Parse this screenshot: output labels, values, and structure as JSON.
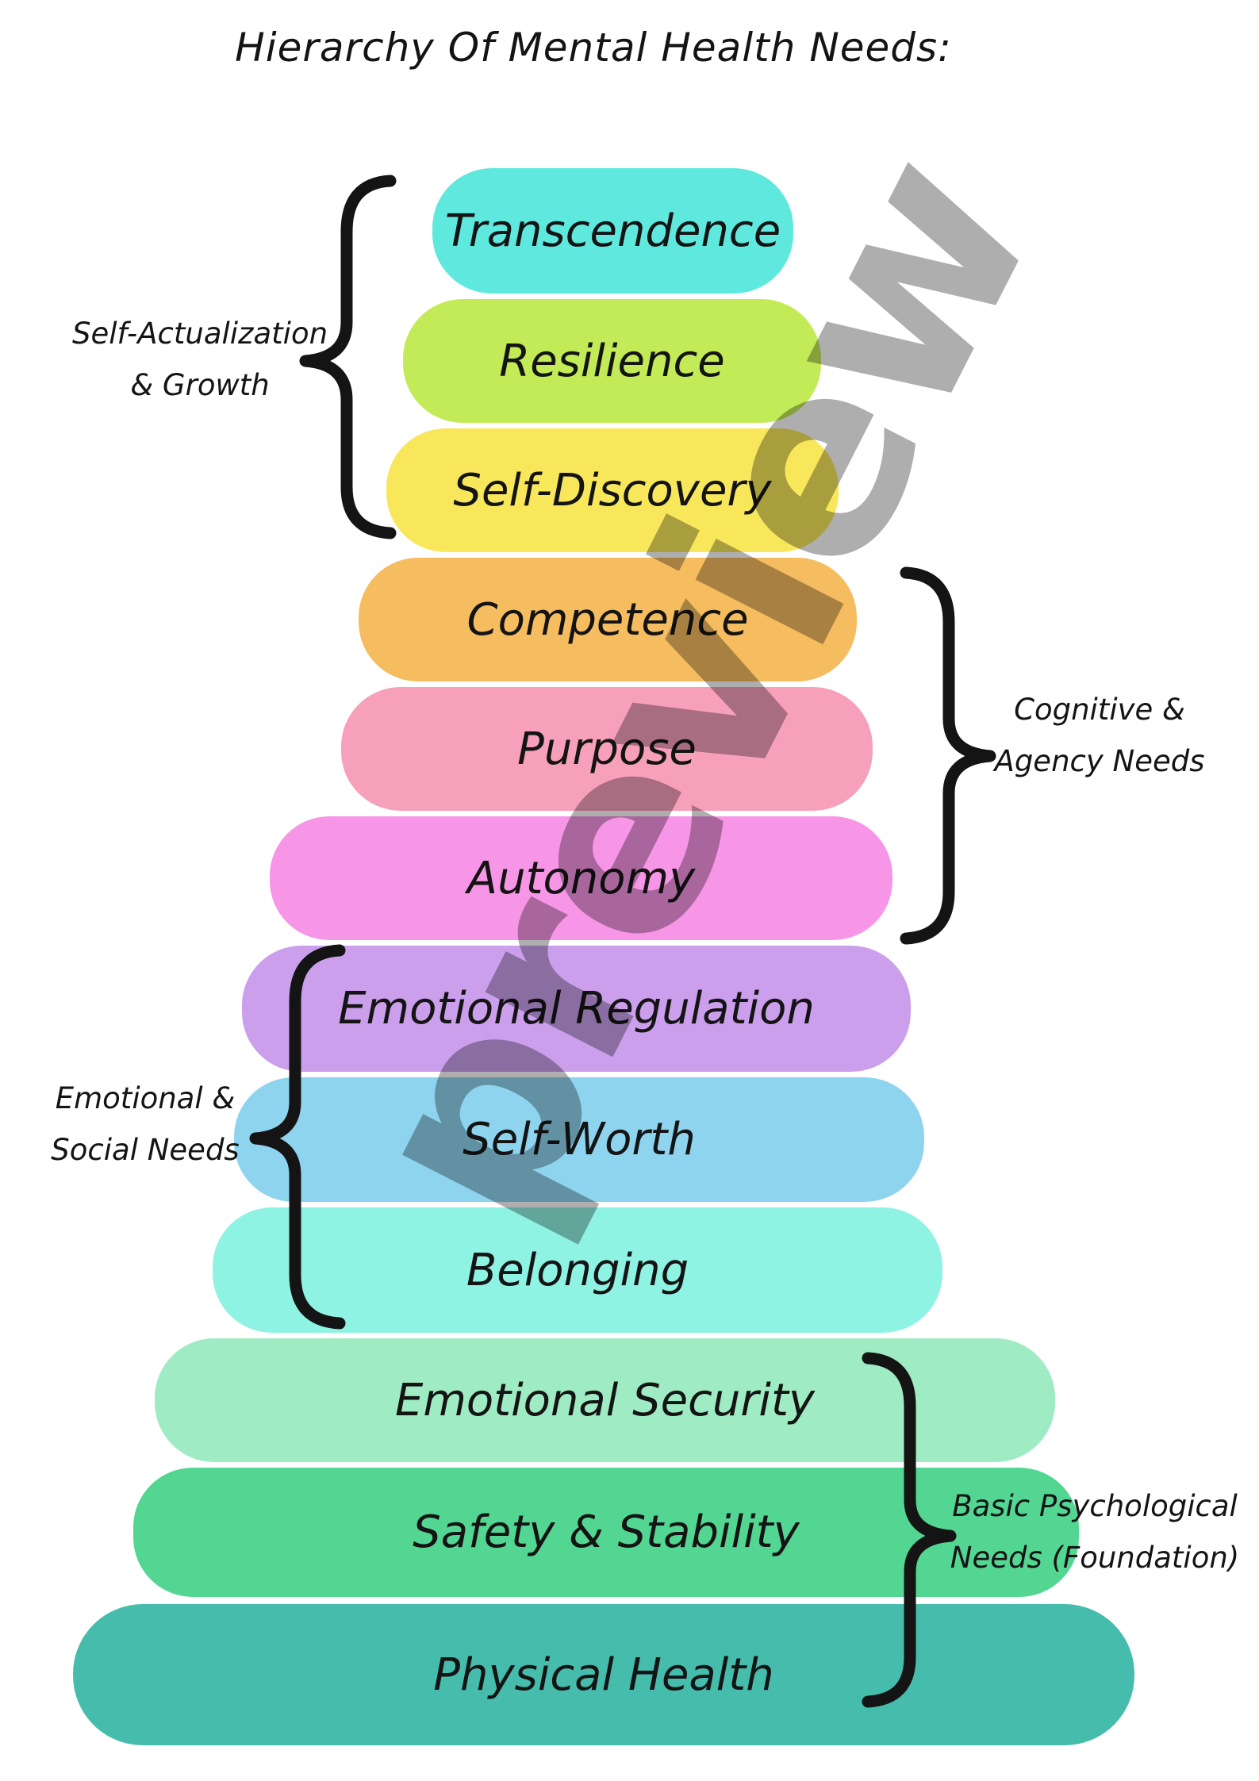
{
  "title": "Hierarchy Of Mental Health Needs:",
  "watermark_text": "preview",
  "colors": {
    "background": "#ffffff",
    "ink": "#141414",
    "watermark": "#9c9c9c"
  },
  "bars": [
    {
      "label": "Transcendence",
      "color": "#5fe9de"
    },
    {
      "label": "Resilience",
      "color": "#c3eb57"
    },
    {
      "label": "Self-Discovery",
      "color": "#f8e75b"
    },
    {
      "label": "Competence",
      "color": "#f6bd60"
    },
    {
      "label": "Purpose",
      "color": "#f7a0bb"
    },
    {
      "label": "Autonomy",
      "color": "#f796e6"
    },
    {
      "label": "Emotional Regulation",
      "color": "#cb9fec"
    },
    {
      "label": "Self-Worth",
      "color": "#8ed4ef"
    },
    {
      "label": "Belonging",
      "color": "#8ff3e3"
    },
    {
      "label": "Emotional Security",
      "color": "#9fecc4"
    },
    {
      "label": "Safety & Stability",
      "color": "#54d693"
    },
    {
      "label": "Physical Health",
      "color": "#46bcac"
    }
  ],
  "groups": [
    {
      "line1": "Self-Actualization",
      "line2": "& Growth",
      "side": "left"
    },
    {
      "line1": "Cognitive &",
      "line2": "Agency Needs",
      "side": "right"
    },
    {
      "line1": "Emotional &",
      "line2": "Social Needs",
      "side": "left"
    },
    {
      "line1": "Basic Psychological",
      "line2": "Needs (Foundation)",
      "side": "right"
    }
  ]
}
